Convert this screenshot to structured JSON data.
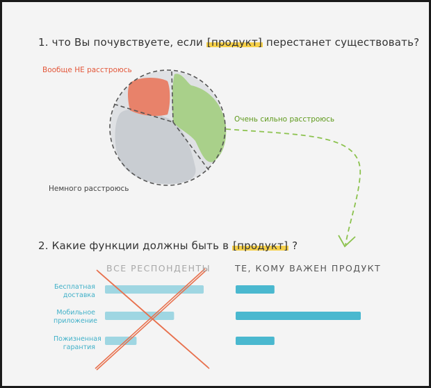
{
  "questions": {
    "q1": {
      "prefix": "1. что Вы почувствуете, если ",
      "product": "[продукт]",
      "suffix": " перестанет существовать?"
    },
    "q2": {
      "prefix": "2. Какие функции должны быть в ",
      "product": "[продукт]",
      "suffix": " ?"
    }
  },
  "pie": {
    "labels": {
      "not_upset": "Вообще НЕ расстроюсь",
      "very_upset": "Очень сильно расстроюсь",
      "somewhat_upset": "Немного расстроюсь"
    },
    "colors": {
      "not_upset": "#e8826a",
      "very_upset": "#a9d08a",
      "somewhat_upset": "#c9cdd2",
      "background": "#dfe1e4"
    }
  },
  "features": {
    "columns": {
      "all": "ВСЕ РЕСПОНДЕНТЫ",
      "care": "ТЕ, КОМУ ВАЖЕН ПРОДУКТ"
    },
    "items": [
      {
        "label_line1": "Бесплатная",
        "label_line2": "доставка",
        "all_value": 1.0,
        "care_value": 0.31
      },
      {
        "label_line1": "Мобильное",
        "label_line2": "приложение",
        "all_value": 0.7,
        "care_value": 1.0
      },
      {
        "label_line1": "Пожизненная",
        "label_line2": "гарантия",
        "all_value": 0.32,
        "care_value": 0.31
      }
    ],
    "colors": {
      "all_bar": "#9fd6e2",
      "care_bar": "#4ab8cf",
      "cross": "#e8714e"
    }
  }
}
